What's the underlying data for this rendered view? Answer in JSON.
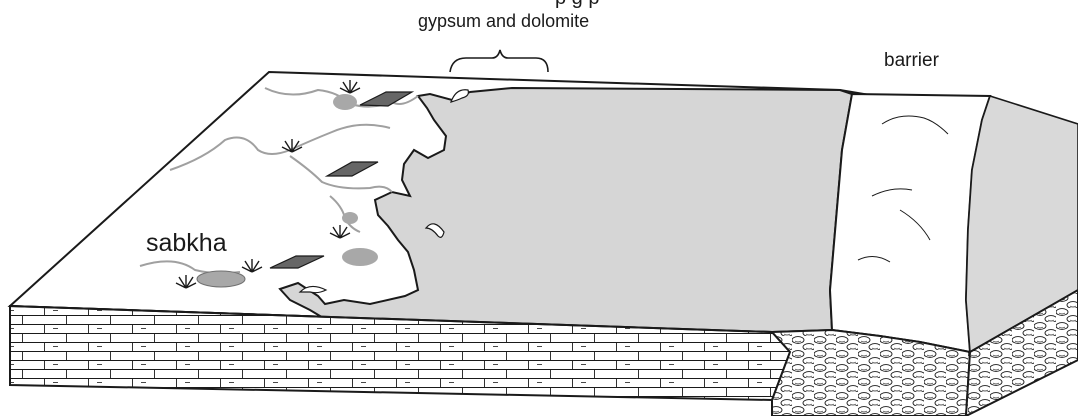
{
  "labels": {
    "top_partial": "p        g     p",
    "gypsum_dolomite": "gypsum and dolomite",
    "barrier": "barrier",
    "sabkha": "sabkha"
  },
  "colors": {
    "lagoon": "#d6d6d6",
    "barrier_back": "#d9d9d9",
    "land": "#ffffff",
    "outline": "#1a1a1a",
    "channel": "#a0a0a0",
    "salt_pool": "#a8a8a8",
    "evaporite_patch": "#666666"
  }
}
